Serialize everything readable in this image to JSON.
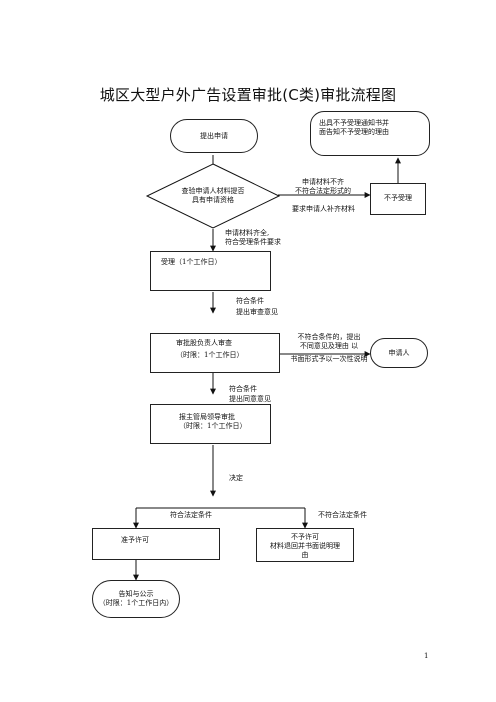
{
  "title": "城区大型户外广告设置审批(C类)审批流程图",
  "nodes": {
    "apply": "提出申请",
    "check": [
      "查验申请人材料提否",
      "具有申请资格"
    ],
    "notice": [
      "出具不予受理通知书并",
      "面告知不予受理的理由"
    ],
    "reject_accept": "不予受理",
    "accept": "受理（1个工作日）",
    "review": [
      "审批股负责人审查",
      "（时限：1个工作日）"
    ],
    "applicant": "申请人",
    "approve": [
      "报主管局领导审批",
      "（时限：1个工作日）"
    ],
    "grant": "准予许可",
    "deny": [
      "不予许可",
      "材料退回并书面说明理",
      "由"
    ],
    "announce": [
      "告知与公示",
      "（时限：1个工作日内）"
    ]
  },
  "labels": {
    "incomplete": [
      "申请材料不齐",
      "不符合法定形式的"
    ],
    "supplement": "要求申请人补齐材料",
    "complete": [
      "申请材料齐全,",
      "符合受理条件要求"
    ],
    "cond1": [
      "符合条件",
      "提出审查意见"
    ],
    "noncond": [
      "不符合条件的，提出",
      "不同意见及理由 以",
      "书面形式予以一次性说明"
    ],
    "cond2": [
      "符合条件",
      "提出同意意见"
    ],
    "decide": "决定",
    "legal": "符合法定条件",
    "illegal": "不符合法定条件"
  },
  "page_number": "1"
}
